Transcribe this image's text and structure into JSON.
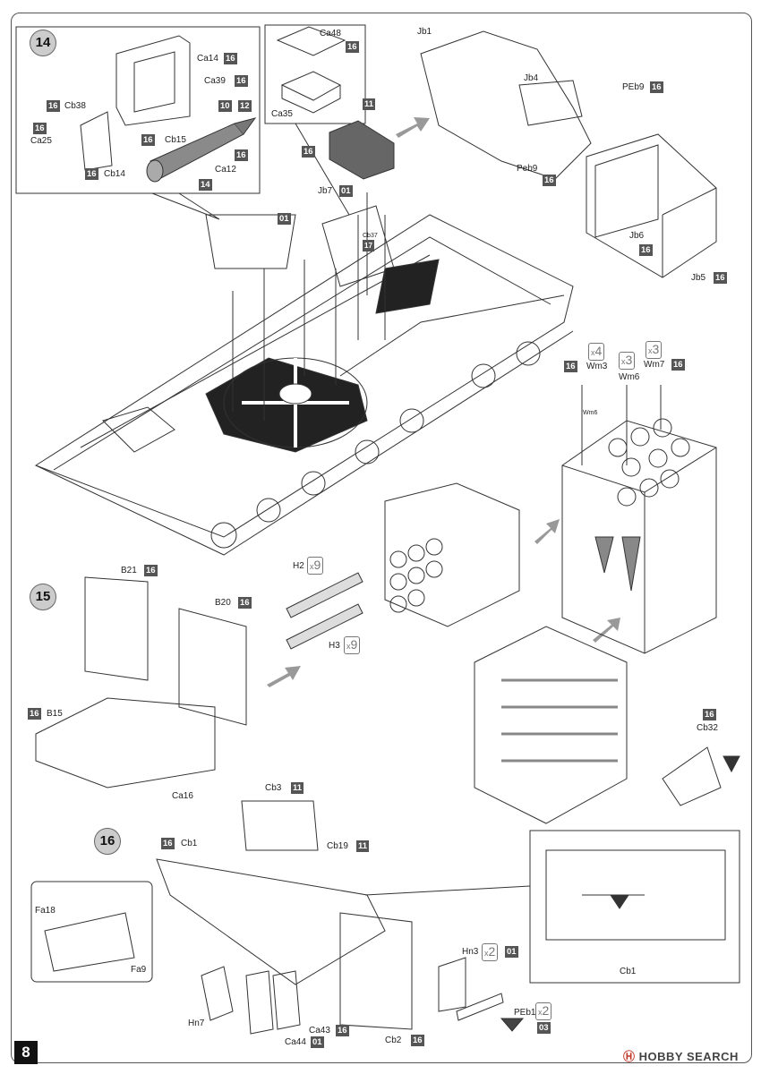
{
  "page_number": "8",
  "watermark": {
    "text": "HOBBY SEARCH",
    "mark": "Ⓗ"
  },
  "steps": [
    "14",
    "15",
    "16"
  ],
  "labels": {
    "ca14": "Ca14",
    "ca39": "Ca39",
    "cb38": "Cb38",
    "ca25": "Ca25",
    "cb15": "Cb15",
    "cb14": "Cb14",
    "ca12": "Ca12",
    "ca48": "Ca48",
    "ca35": "Ca35",
    "jb1": "Jb1",
    "jb4": "Jb4",
    "peb9_a": "PEb9",
    "peb9_b": "Peb9",
    "jb7": "Jb7",
    "cb37": "Cb37",
    "jb6": "Jb6",
    "jb5": "Jb5",
    "wm3": "Wm3",
    "wm6_a": "Wm6",
    "wm7": "Wm7",
    "wm6_b": "Wm6",
    "b21": "B21",
    "b20": "B20",
    "h2": "H2",
    "h3": "H3",
    "b15": "B15",
    "ca16": "Ca16",
    "cb32": "Cb32",
    "cb3": "Cb3",
    "cb1_a": "Cb1",
    "cb19": "Cb19",
    "fa18": "Fa18",
    "fa9": "Fa9",
    "hn3": "Hn3",
    "peb1": "PEb1",
    "hn7": "Hn7",
    "ca43": "Ca43",
    "ca44": "Ca44",
    "cb2": "Cb2",
    "cb1_b": "Cb1"
  },
  "colors": {
    "ca14": "16",
    "ca39": "16",
    "cb38": "16",
    "ca25": "16",
    "cb15": "16",
    "cb14": "16",
    "ca12_a": "10",
    "ca12_b": "12",
    "ca12_c": "16",
    "ca12_d": "14",
    "ca48": "16",
    "tray_11": "11",
    "tray_16": "16",
    "jb7": "01",
    "box_01": "01",
    "cb37": "17",
    "jb4": "16",
    "peb9": "16",
    "jb6": "16",
    "jb5": "16",
    "wm3": "16",
    "wm7": "16",
    "b21": "16",
    "b20": "16",
    "b15": "16",
    "cb32": "16",
    "cb3": "11",
    "cb1": "16",
    "cb19": "11",
    "hn3": "01",
    "ca43": "16",
    "ca44": "01",
    "cb2": "16",
    "peb1": "03"
  },
  "quantities": {
    "wm3": {
      "x": "x",
      "n": "4"
    },
    "wm6": {
      "x": "x",
      "n": "3"
    },
    "wm7": {
      "x": "x",
      "n": "3"
    },
    "h2": {
      "x": "x",
      "n": "9"
    },
    "h3": {
      "x": "x",
      "n": "9"
    },
    "hn3": {
      "x": "x",
      "n": "2"
    },
    "peb1": {
      "x": "x",
      "n": "2"
    }
  }
}
